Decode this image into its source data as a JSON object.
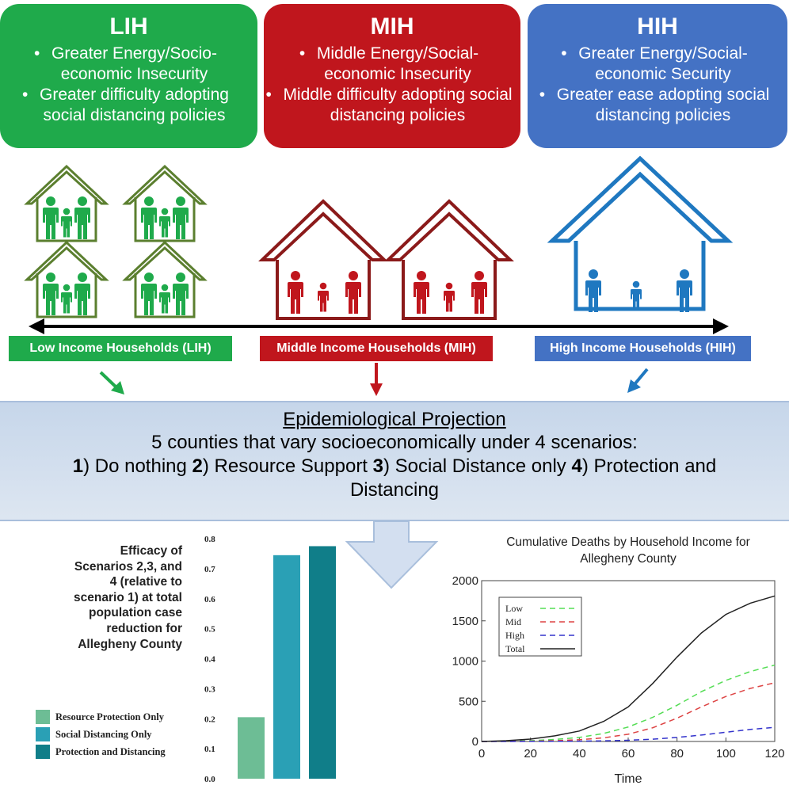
{
  "groups": [
    {
      "abbr": "LIH",
      "bullets": [
        "Greater Energy/Socio-economic Insecurity",
        "Greater difficulty adopting social distancing policies"
      ],
      "label": "Low Income Households (LIH)",
      "color": "#1faa4b",
      "icon_color": "#1faa4b",
      "house_color": "#5b7f2f"
    },
    {
      "abbr": "MIH",
      "bullets": [
        "Middle Energy/Social-economic Insecurity",
        "Middle difficulty adopting social distancing policies"
      ],
      "label": "Middle Income Households (MIH)",
      "color": "#c0161d",
      "icon_color": "#c0161d",
      "house_color": "#8b1a1a"
    },
    {
      "abbr": "HIH",
      "bullets": [
        "Greater Energy/Social-economic Security",
        "Greater ease adopting social distancing policies"
      ],
      "label": "High Income Households (HIH)",
      "color": "#4472c4",
      "icon_color": "#1f78c0",
      "house_color": "#1f78c0"
    }
  ],
  "projection": {
    "title": "Epidemiological Projection",
    "subtitle": "5 counties that vary socioeconomically under 4 scenarios:",
    "scenarios": [
      {
        "num": "1",
        "text": ") Do nothing "
      },
      {
        "num": "2",
        "text": ") Resource Support "
      },
      {
        "num": "3",
        "text": ") Social Distance only "
      },
      {
        "num": "4",
        "text": ") Protection and Distancing"
      }
    ]
  },
  "chart_data": [
    {
      "type": "bar",
      "title": "Efficacy of Scenarios 2,3, and 4 (relative to scenario 1) at total population case reduction for Allegheny County",
      "categories": [
        "Resource Protection Only",
        "Social Distancing Only",
        "Protection and Distancing"
      ],
      "values": [
        0.205,
        0.745,
        0.775
      ],
      "colors": [
        "#6dbd95",
        "#2aa0b5",
        "#107e89"
      ],
      "ylim": [
        0,
        0.8
      ],
      "yticks": [
        "0.0",
        "0.1",
        "0.2",
        "0.3",
        "0.4",
        "0.5",
        "0.6",
        "0.7",
        "0.8"
      ],
      "legend": "bottom-left"
    },
    {
      "type": "line",
      "title": "Cumulative Deaths by Household Income for Allegheny County",
      "xlabel": "Time",
      "ylabel": "",
      "xlim": [
        0,
        120
      ],
      "ylim": [
        0,
        2000
      ],
      "xticks": [
        "0",
        "20",
        "40",
        "60",
        "80",
        "100",
        "120"
      ],
      "yticks": [
        "0",
        "500",
        "1000",
        "1500",
        "2000"
      ],
      "legend": "top-left",
      "x": [
        0,
        10,
        20,
        30,
        40,
        50,
        60,
        70,
        80,
        90,
        100,
        110,
        120
      ],
      "series": [
        {
          "name": "Low",
          "color": "#55dd55",
          "dash": true,
          "values": [
            0,
            3,
            10,
            25,
            50,
            100,
            180,
            300,
            450,
            620,
            760,
            870,
            950
          ]
        },
        {
          "name": "Mid",
          "color": "#dd4444",
          "dash": true,
          "values": [
            0,
            1,
            4,
            10,
            22,
            45,
            90,
            170,
            290,
            430,
            560,
            660,
            730
          ]
        },
        {
          "name": "High",
          "color": "#3333cc",
          "dash": true,
          "values": [
            0,
            0,
            1,
            2,
            4,
            8,
            15,
            28,
            50,
            80,
            115,
            150,
            175
          ]
        },
        {
          "name": "Total",
          "color": "#222222",
          "dash": false,
          "values": [
            0,
            10,
            30,
            70,
            130,
            250,
            430,
            720,
            1050,
            1350,
            1580,
            1720,
            1810
          ]
        }
      ]
    }
  ]
}
